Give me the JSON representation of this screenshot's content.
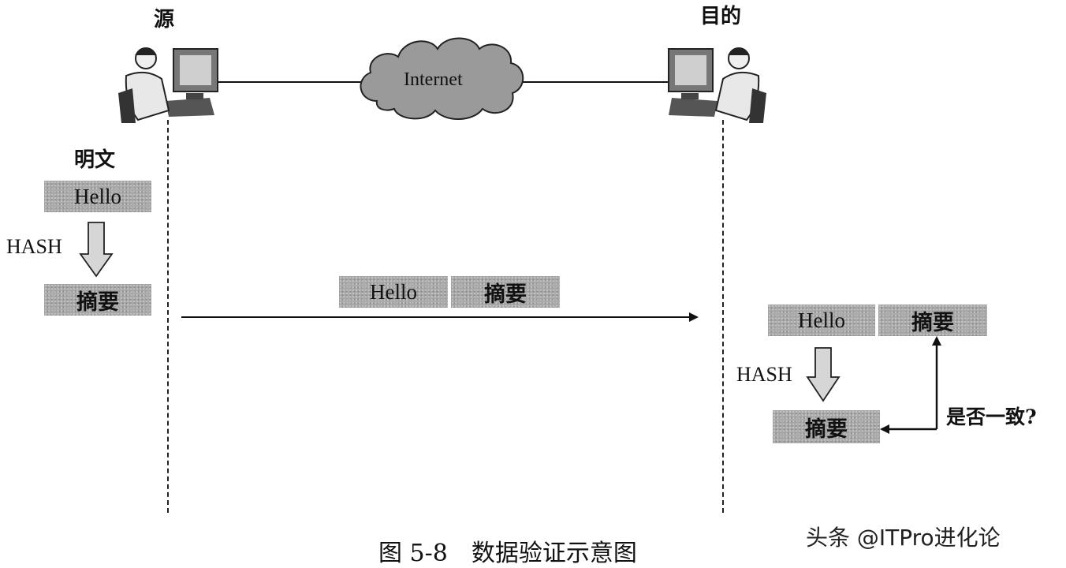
{
  "source": {
    "label": "源"
  },
  "destination": {
    "label": "目的"
  },
  "network": {
    "label": "Internet"
  },
  "plaintext": {
    "label": "明文"
  },
  "boxes": {
    "source_hello": "Hello",
    "source_digest": "摘要",
    "transit_hello": "Hello",
    "transit_digest": "摘要",
    "dest_hello": "Hello",
    "dest_digest": "摘要",
    "dest_computed_digest": "摘要"
  },
  "hash_labels": {
    "source": "HASH",
    "destination": "HASH"
  },
  "compare": {
    "label": "是否一致?"
  },
  "caption": "图 5-8　数据验证示意图",
  "watermark": "头条 @ITPro进化论",
  "colors": {
    "box_fill": "#a9a9a9",
    "cloud_fill": "#9a9a9a",
    "arrow_fill": "#d6d6d6",
    "line": "#111111"
  }
}
